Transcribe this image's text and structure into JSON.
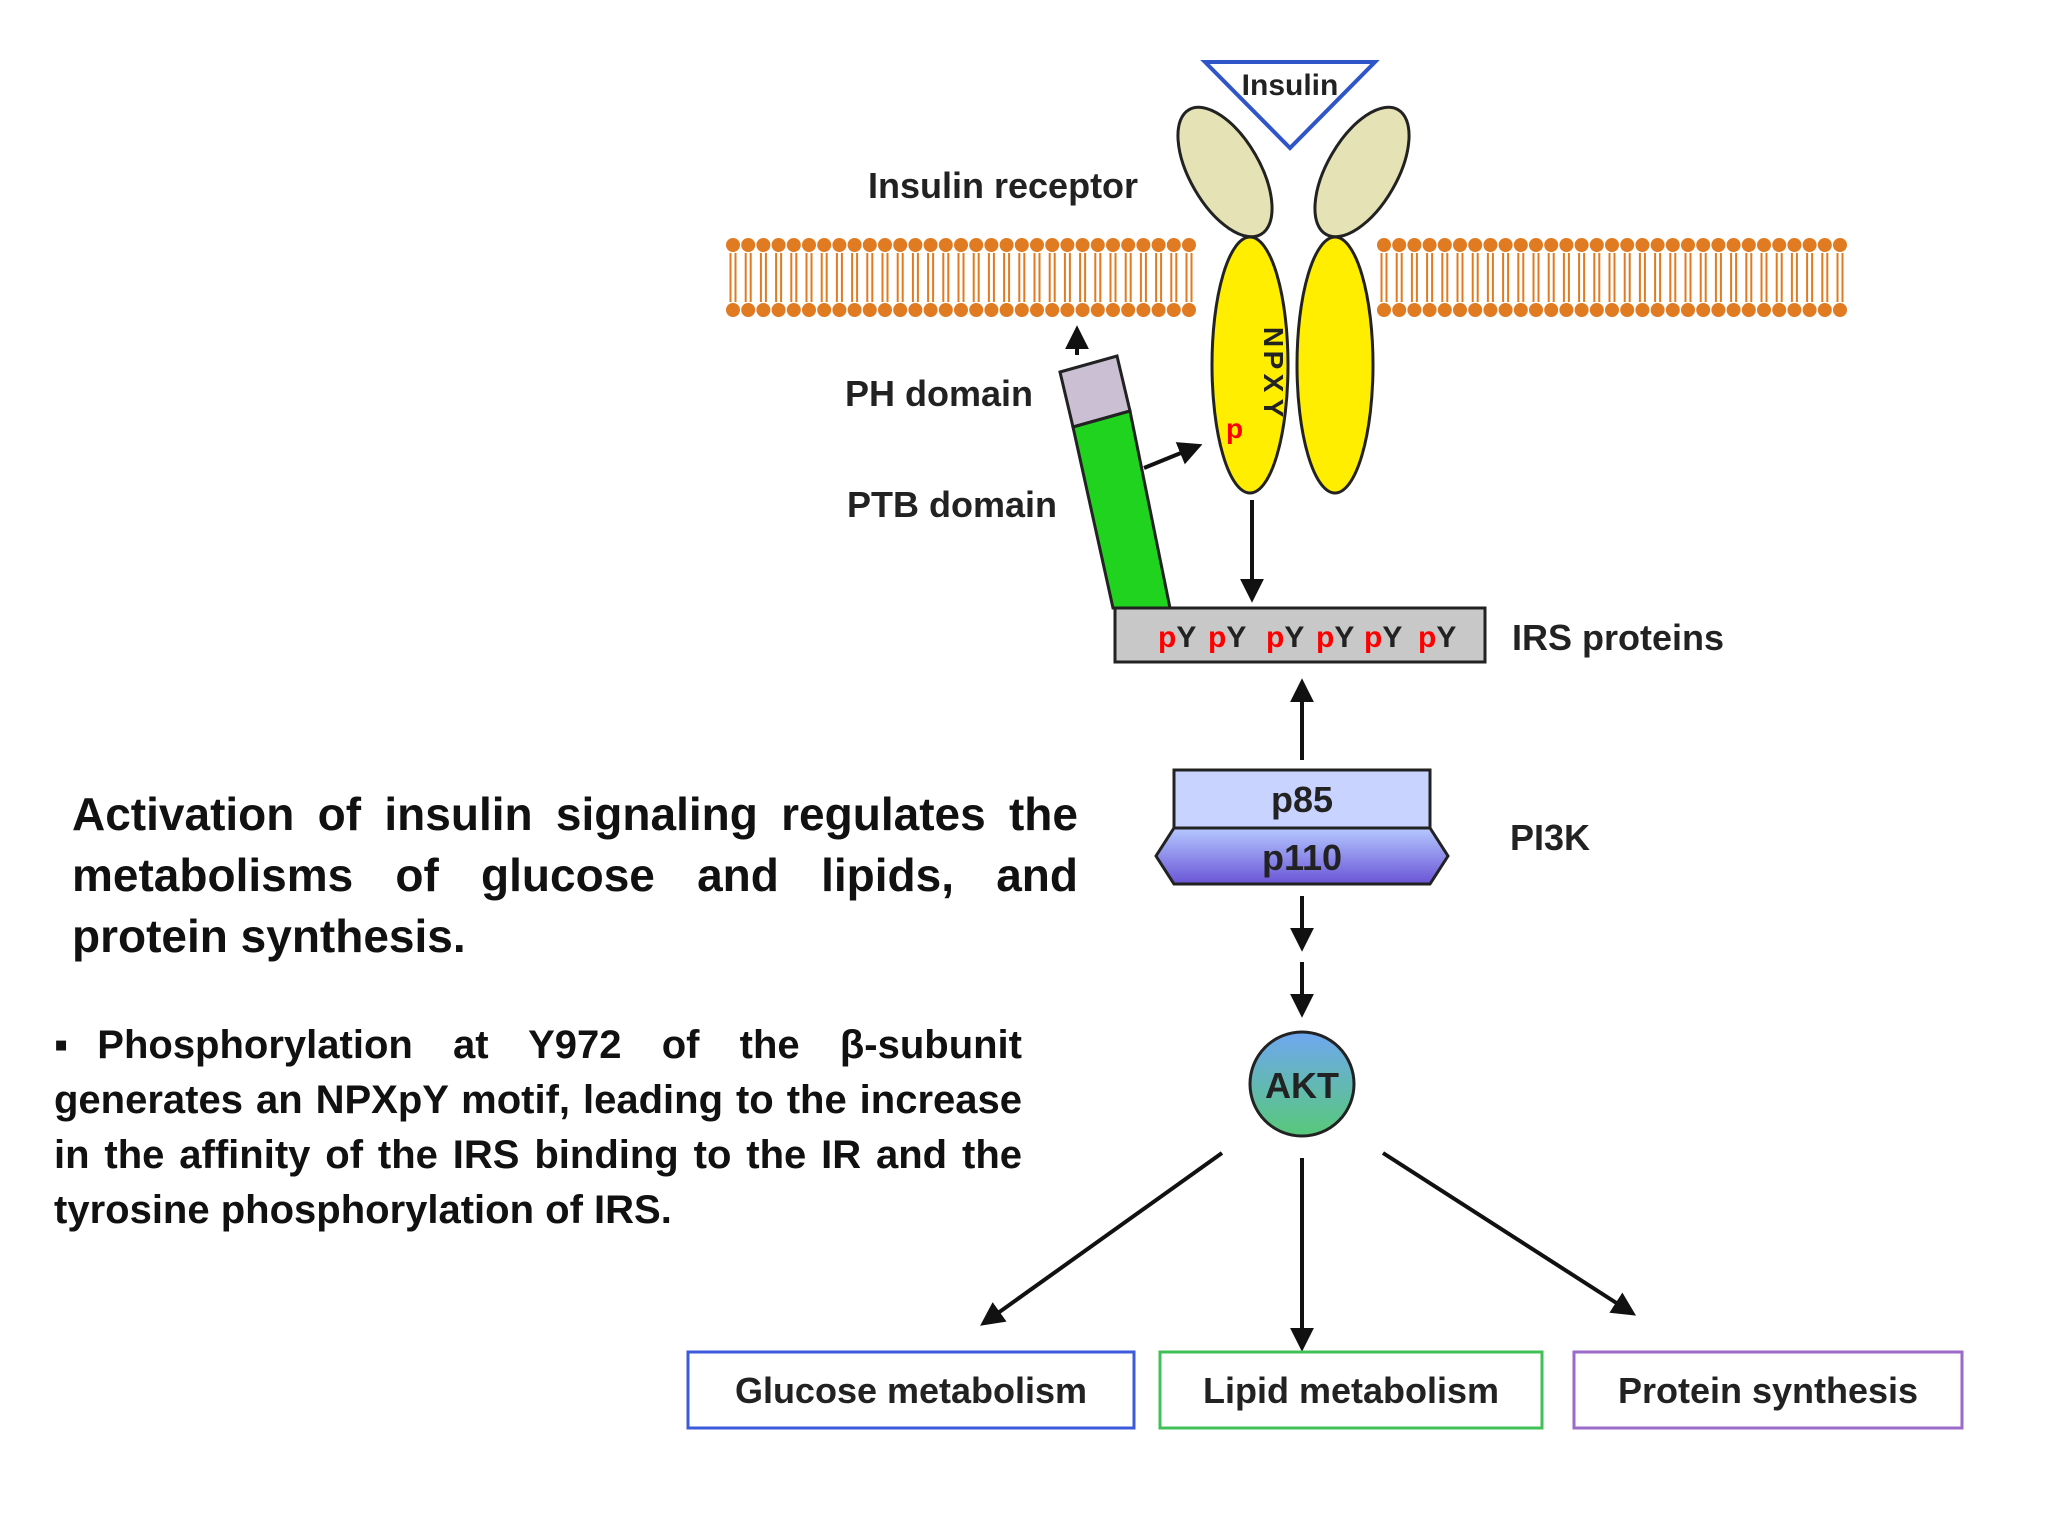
{
  "labels": {
    "insulin": "Insulin",
    "insulin_receptor": "Insulin receptor",
    "ph_domain": "PH domain",
    "ptb_domain": "PTB domain",
    "irs_proteins": "IRS proteins",
    "pi3k": "PI3K",
    "p85": "p85",
    "p110": "p110",
    "akt": "AKT"
  },
  "motif": [
    "N",
    "P",
    "X"
  ],
  "motif_py": {
    "p": "p",
    "y": "Y"
  },
  "irs_sites": [
    {
      "p": "p",
      "y": "Y"
    },
    {
      "p": "p",
      "y": "Y"
    },
    {
      "p": "p",
      "y": "Y"
    },
    {
      "p": "p",
      "y": "Y"
    },
    {
      "p": "p",
      "y": "Y"
    },
    {
      "p": "p",
      "y": "Y"
    }
  ],
  "outcomes": [
    {
      "label": "Glucose metabolism",
      "border": "#3b5bdb"
    },
    {
      "label": "Lipid metabolism",
      "border": "#40c057"
    },
    {
      "label": "Protein synthesis",
      "border": "#9c6ac9"
    }
  ],
  "headline": "Activation of insulin signaling regulates the metabolisms of glucose and lipids, and protein synthesis.",
  "note": {
    "bullet": "▪",
    "text": "Phosphorylation at Y972 of the β-subunit generates an NPXpY motif, leading to the increase in the affinity of the IRS binding to the IR and the tyrosine phosphorylation of IRS."
  },
  "colors": {
    "membrane": "#e07b22",
    "receptor_alpha": "#e5e3b5",
    "receptor_beta": "#ffee00",
    "ph_domain": "#cbbfd4",
    "ptb_domain": "#1fd31f",
    "irs_box": "#c8c8c8",
    "phospho": "#ff0000",
    "p85": "#c8d4ff",
    "p110": "#7f72e0",
    "akt_top": "#6fa7f0",
    "akt_bottom": "#5cc47a"
  }
}
